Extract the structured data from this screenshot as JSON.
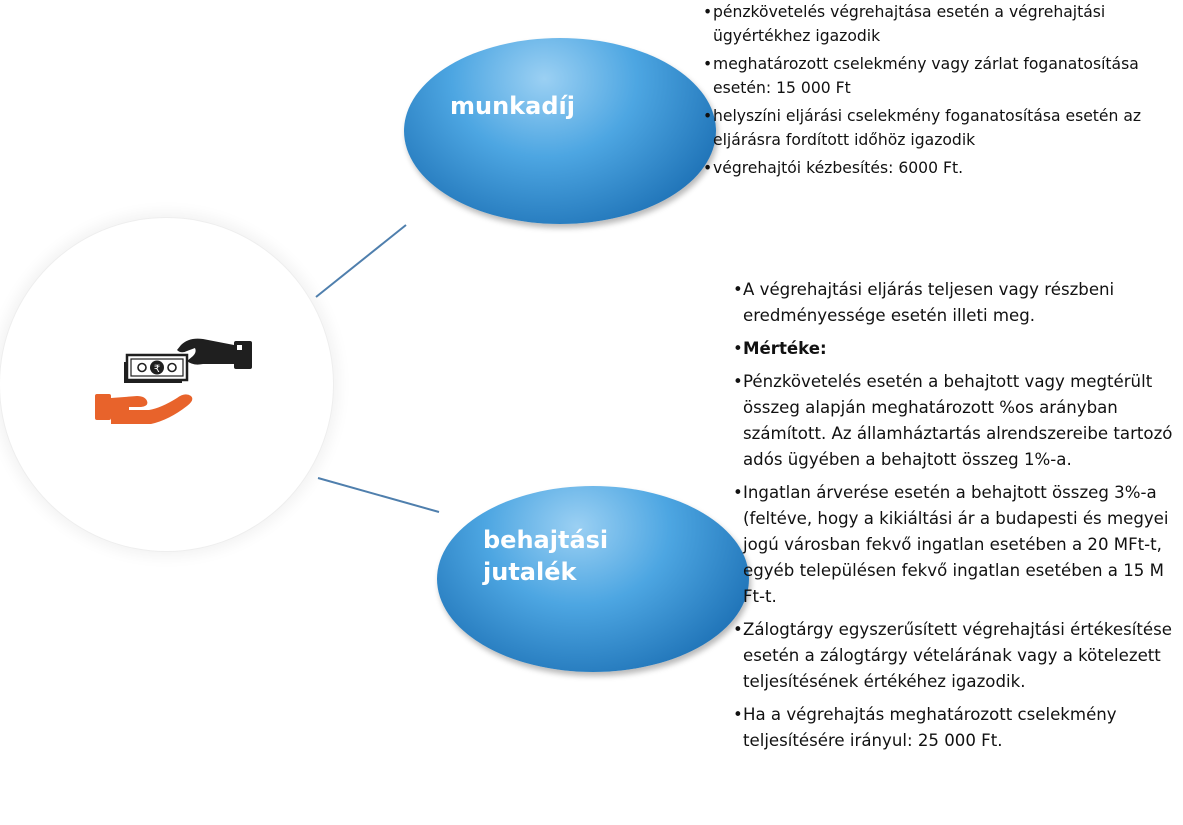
{
  "nodes": [
    {
      "label": "munkadíj"
    },
    {
      "label": "behajtási\njutalék"
    }
  ],
  "munkadij_items": [
    "pénzkövetelés végrehajtása esetén a végrehajtási ügyértékhez igazodik",
    "meghatározott cselekmény vagy zárlat foganatosítása esetén: 15 000 Ft",
    "helyszíni eljárási cselekmény foganatosítása esetén az eljárásra fordított időhöz igazodik",
    "végrehajtói kézbesítés: 6000 Ft."
  ],
  "jutalek_items": [
    "A végrehajtási eljárás teljesen vagy részbeni eredményessége esetén illeti meg.",
    "Mértéke:",
    "Pénzkövetelés esetén a behajtott vagy megtérült összeg alapján meghatározott %os arányban számított. Az államháztartás alrendszereibe tartozó adós ügyében a behajtott összeg 1%-a.",
    "Ingatlan árverése esetén a behajtott összeg 3%-a (feltéve, hogy a kikiáltási ár a budapesti és megyei jogú városban fekvő ingatlan esetében a 20 MFt-t, egyéb településen fekvő ingatlan esetében a 15 M Ft-t.",
    "Zálogtárgy egyszerűsített végrehajtási értékesítése esetén a zálogtárgy vételárának vagy a kötelezett teljesítésének értékéhez igazodik.",
    "Ha a végrehajtás meghatározott cselekmény teljesítésére irányul: 25 000 Ft."
  ],
  "colors": {
    "oval": "#2a86cc",
    "connector": "#4f7fad",
    "hand_giving": "#1f1f1f",
    "hand_receiving": "#e8632b"
  },
  "icon": "money-exchange-hands-icon"
}
